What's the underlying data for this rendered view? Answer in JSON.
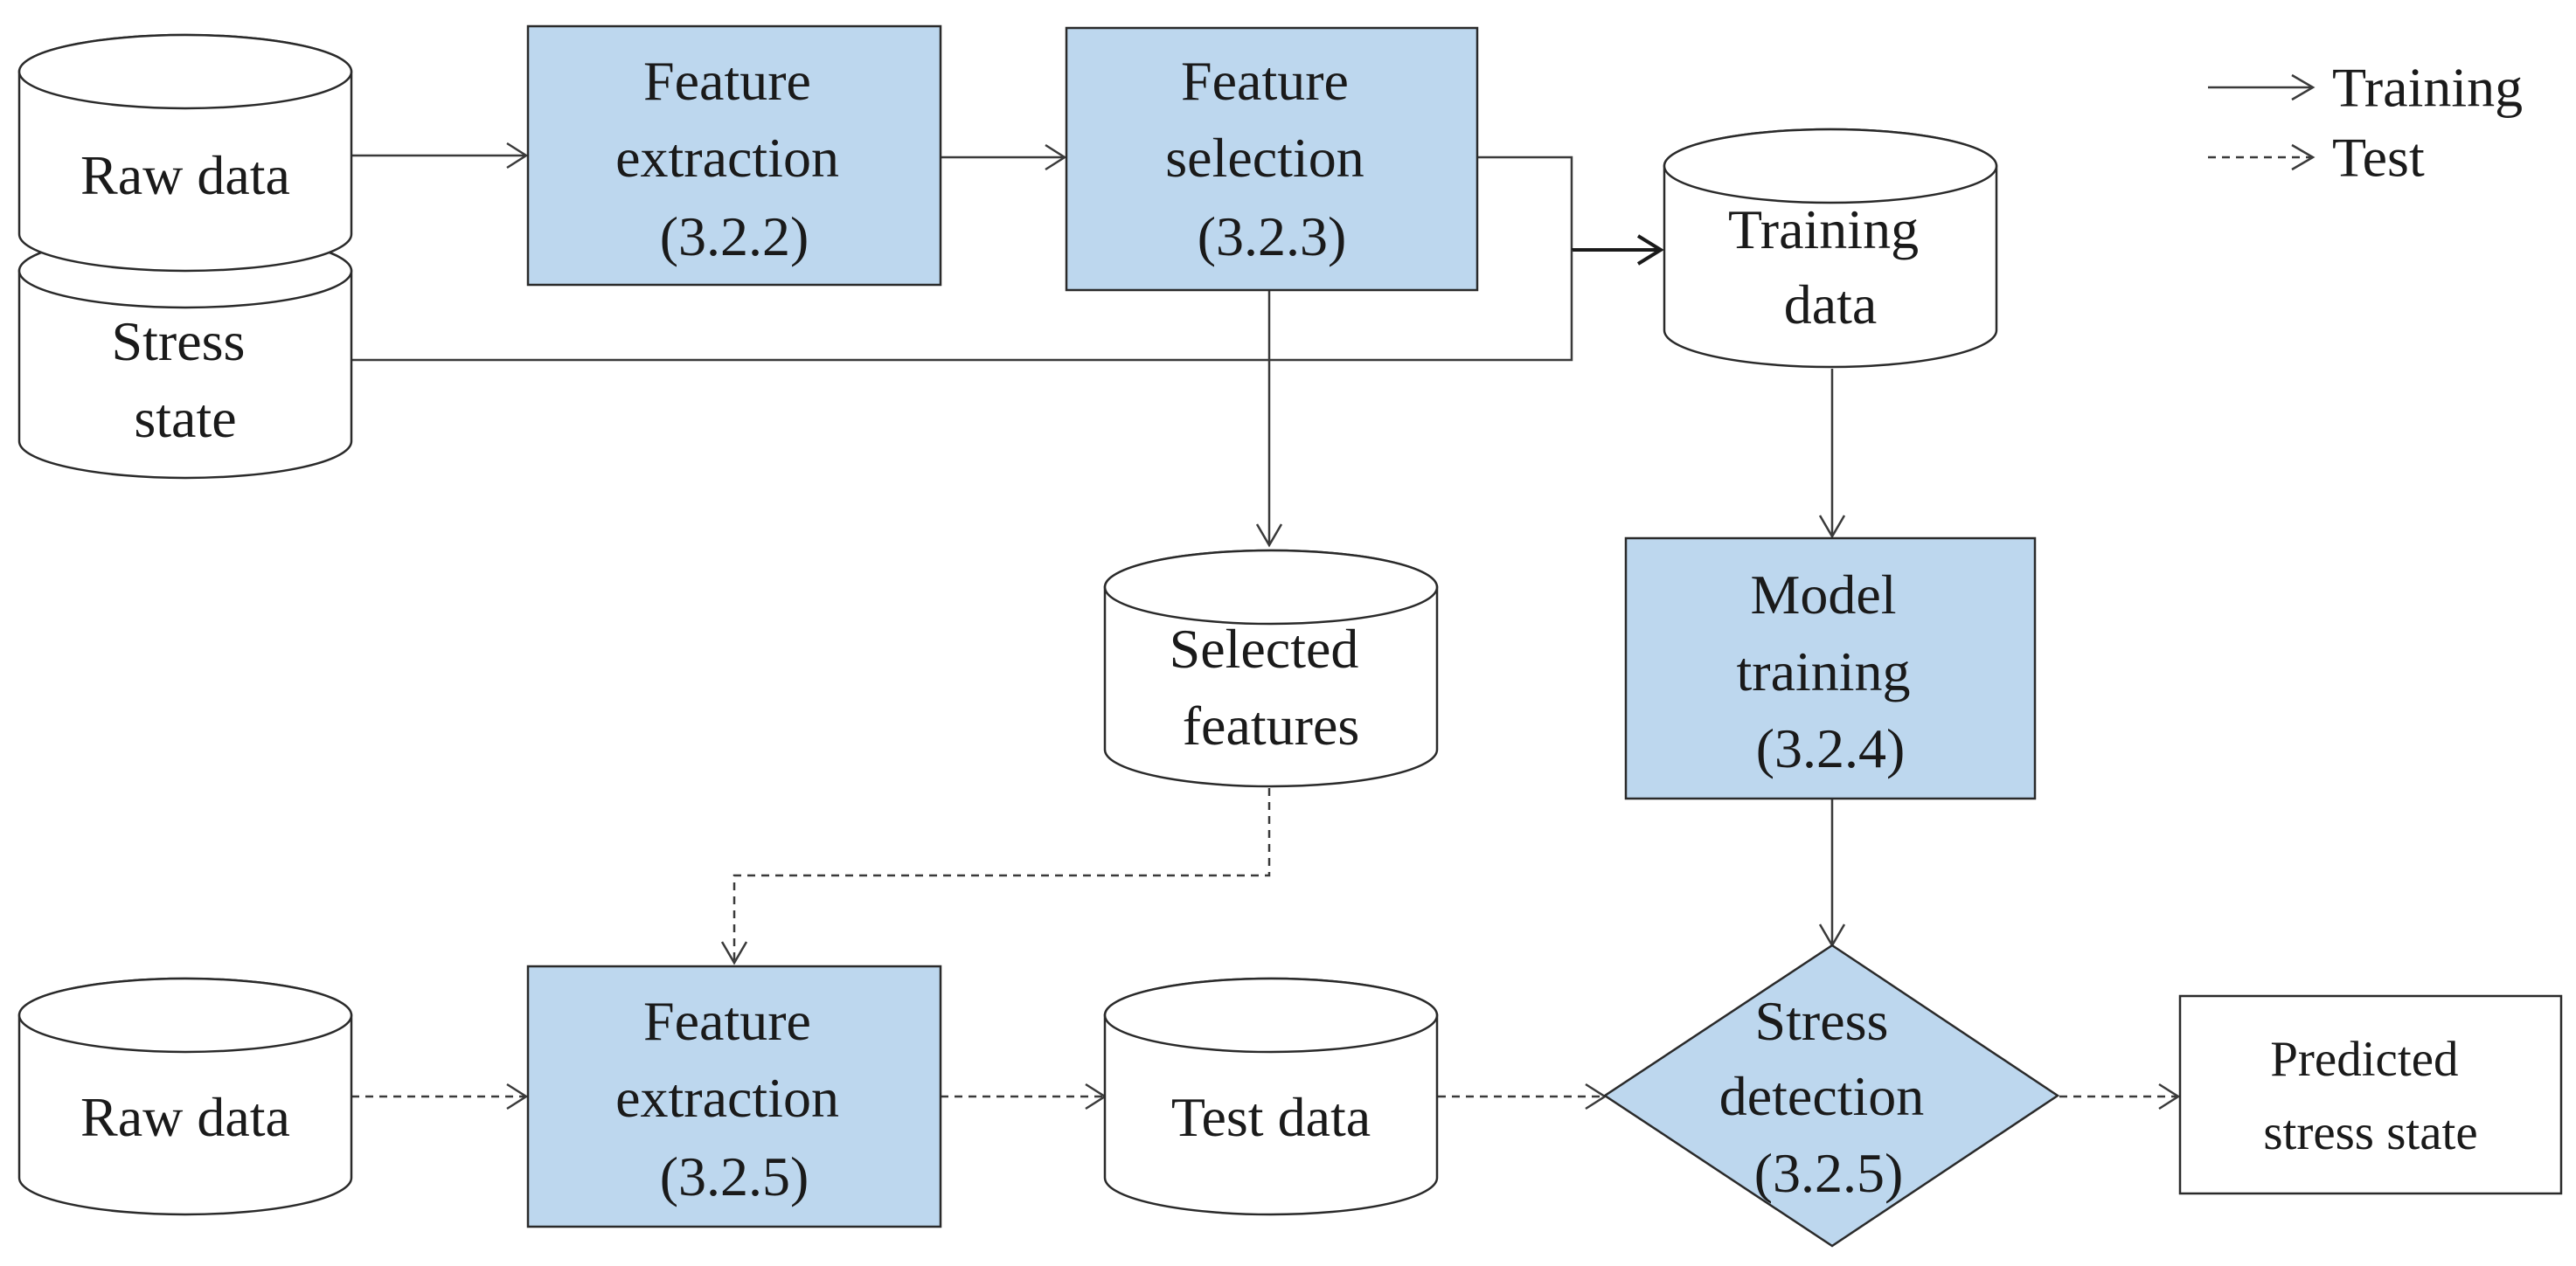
{
  "nodes": {
    "raw_data_train": {
      "lines": [
        "Raw data"
      ]
    },
    "stress_state": {
      "lines": [
        "Stress",
        "state"
      ]
    },
    "feature_extraction_train": {
      "lines": [
        "Feature",
        "extraction",
        "(3.2.2)"
      ]
    },
    "feature_selection": {
      "lines": [
        "Feature",
        "selection",
        "(3.2.3)"
      ]
    },
    "training_data": {
      "lines": [
        "Training",
        "data"
      ]
    },
    "selected_features": {
      "lines": [
        "Selected",
        "features"
      ]
    },
    "model_training": {
      "lines": [
        "Model",
        "training",
        "(3.2.4)"
      ]
    },
    "raw_data_test": {
      "lines": [
        "Raw data"
      ]
    },
    "feature_extraction_test": {
      "lines": [
        "Feature",
        "extraction",
        "(3.2.5)"
      ]
    },
    "test_data": {
      "lines": [
        "Test data"
      ]
    },
    "stress_detection": {
      "lines": [
        "Stress",
        "detection",
        "(3.2.5)"
      ]
    },
    "predicted_stress_state": {
      "lines": [
        "Predicted",
        "stress state"
      ]
    }
  },
  "legend": {
    "training_label": "Training",
    "test_label": "Test"
  },
  "colors": {
    "process_fill": "#bdd7ee",
    "outline": "#2a2a2a"
  }
}
